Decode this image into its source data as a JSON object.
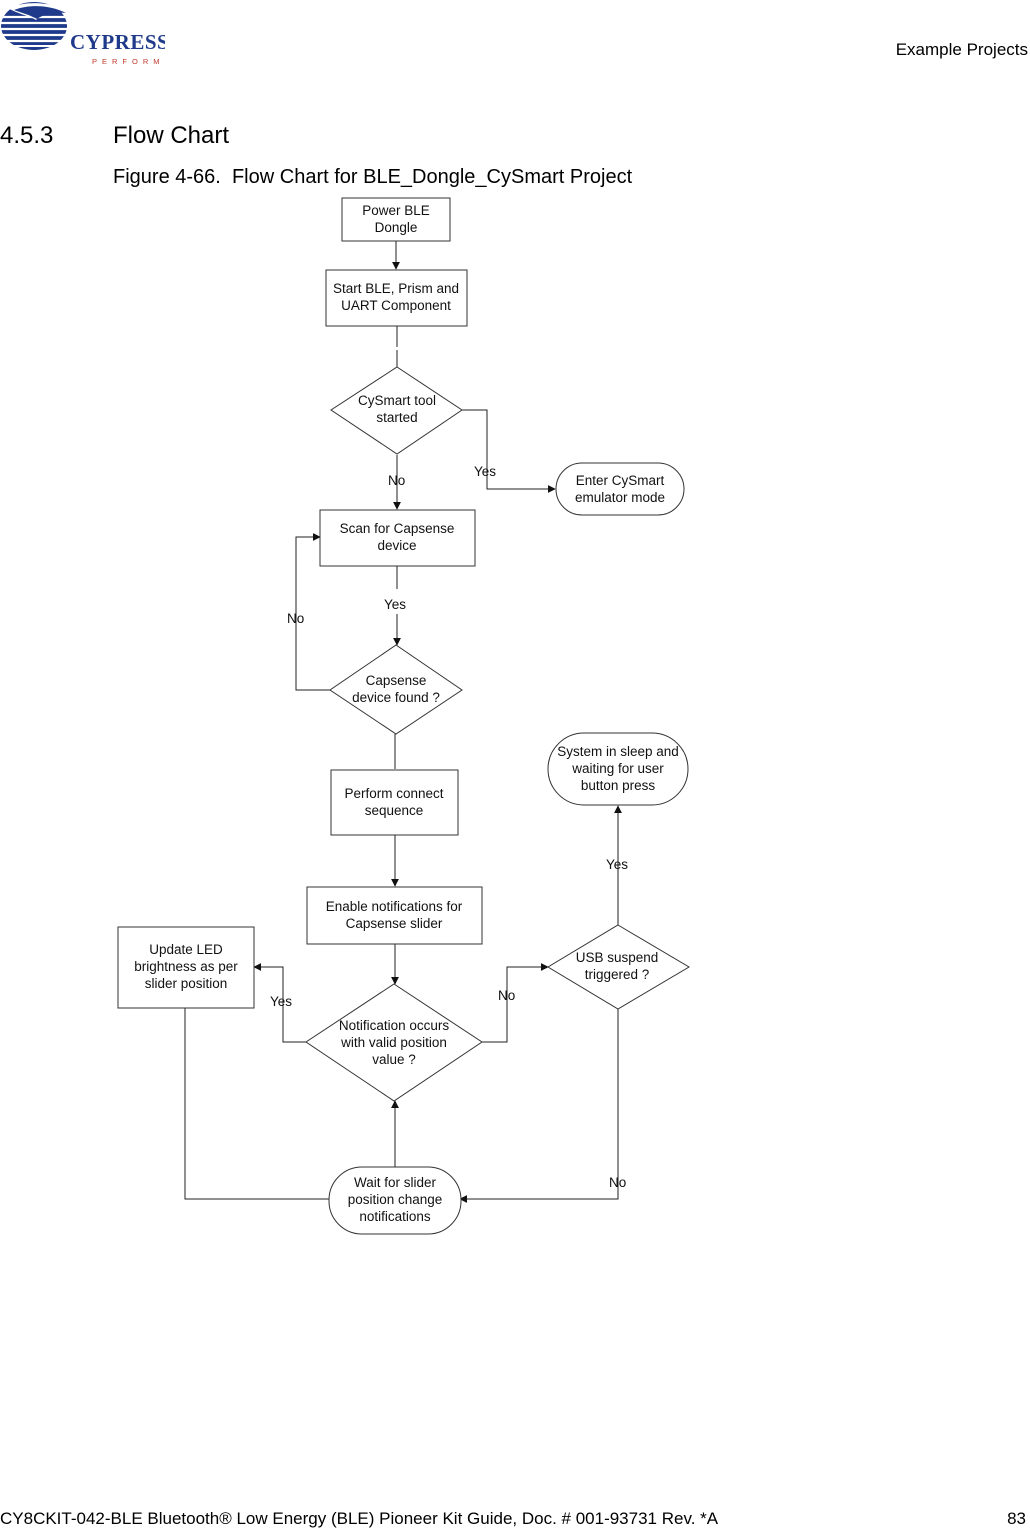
{
  "header": {
    "logo_text": "CYPRESS",
    "logo_tagline": "PERFORM",
    "section_name": "Example Projects"
  },
  "section": {
    "number": "4.5.3",
    "title": "Flow Chart"
  },
  "figure": {
    "label": "Figure 4-66.",
    "caption": "Flow Chart for BLE_Dongle_CySmart Project"
  },
  "flowchart": {
    "nodes": {
      "power_ble_dongle": [
        "Power BLE",
        "Dongle"
      ],
      "start_components": [
        "Start BLE, Prism and",
        "UART Component"
      ],
      "cysmart_started": [
        "CySmart tool",
        "started"
      ],
      "enter_emulator": [
        "Enter CySmart",
        "emulator mode"
      ],
      "scan_capsense": [
        "Scan for Capsense",
        "device"
      ],
      "capsense_found": [
        "Capsense",
        "device found ?"
      ],
      "perform_connect": [
        "Perform connect",
        "sequence"
      ],
      "enable_notifications": [
        "Enable notifications for",
        "Capsense slider"
      ],
      "system_sleep": [
        "System in sleep and",
        "waiting for user",
        "button press"
      ],
      "update_led": [
        "Update LED",
        "brightness as per",
        "slider position"
      ],
      "usb_suspend": [
        "USB suspend",
        "triggered ?"
      ],
      "notification_valid": [
        "Notification occurs",
        "with valid position",
        "value ?"
      ],
      "wait_slider": [
        "Wait for slider",
        "position change",
        "notifications"
      ]
    },
    "edge_labels": {
      "cysmart_no": "No",
      "cysmart_yes": "Yes",
      "scan_yes": "Yes",
      "capsense_no": "No",
      "usb_yes": "Yes",
      "notification_yes": "Yes",
      "notification_no": "No",
      "usb_no": "No"
    }
  },
  "footer": {
    "doc_title": "CY8CKIT-042-BLE Bluetooth® Low Energy (BLE) Pioneer Kit Guide, Doc. # 001-93731 Rev. *A",
    "page_number": "83"
  }
}
